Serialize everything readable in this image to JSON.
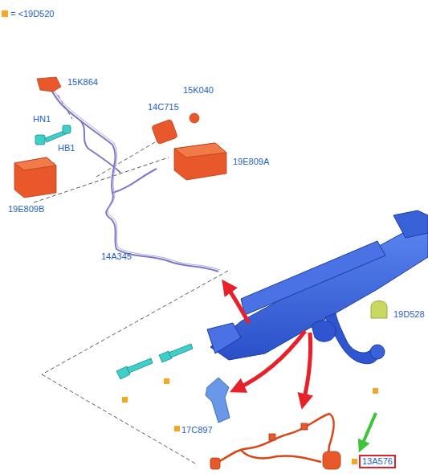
{
  "diagram": {
    "nodes": [
      {
        "text": [
          "13A576"
        ]
      }
    ],
    "labels": [
      "15K864",
      "15K040",
      "14C715",
      "HN1",
      "HB1",
      "19E809A",
      "19E809B",
      "14A345",
      "19D528",
      "17C897"
    ],
    "legend": [
      {
        "text": "= <19D520",
        "color": "#f5a623"
      }
    ]
  }
}
